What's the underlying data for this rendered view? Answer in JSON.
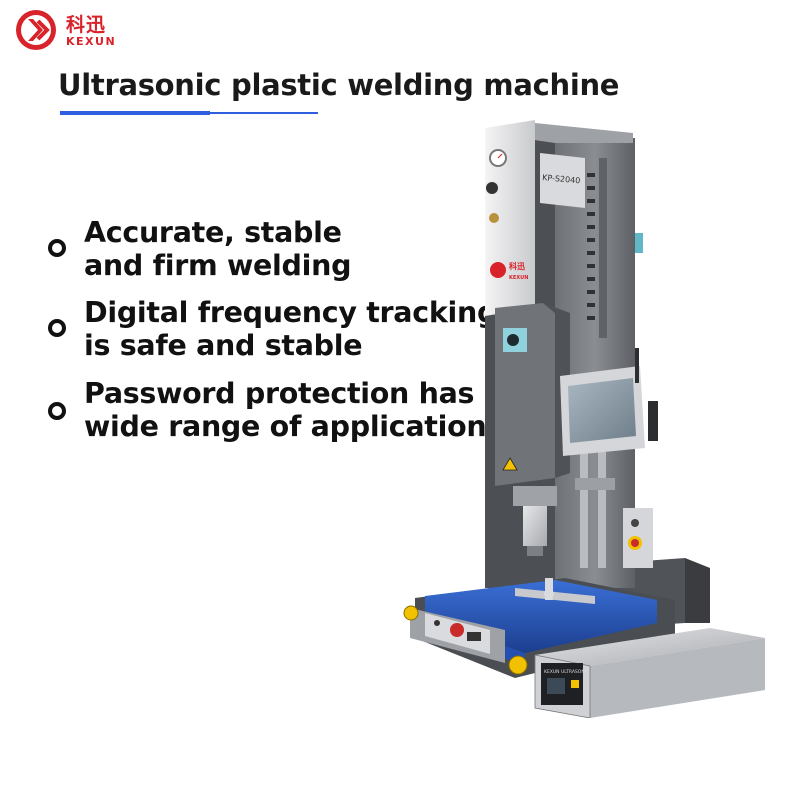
{
  "brand": {
    "name_cn": "科迅",
    "name_en": "KEXUN",
    "color": "#d8232a"
  },
  "title": "Ultrasonic plastic welding machine",
  "accent_color": "#2f5fde",
  "features": [
    {
      "line1": "Accurate, stable",
      "line2": "and firm welding"
    },
    {
      "line1": "Digital frequency tracking",
      "line2": "is safe and stable"
    },
    {
      "line1": "Password protection has a",
      "line2": "wide range of applications"
    }
  ],
  "product_image": {
    "description": "ultrasonic plastic welding machine",
    "model_label": "KP-S2040",
    "head_brand": "科迅",
    "head_brand_en": "KEXUN",
    "generator_label": "KEXUN ULTRASONIC"
  }
}
